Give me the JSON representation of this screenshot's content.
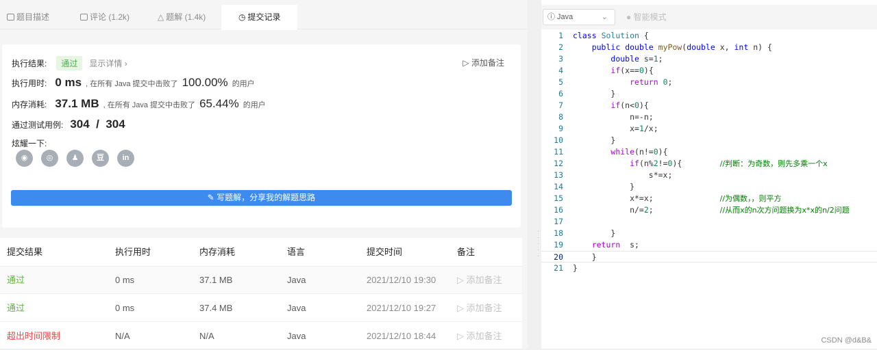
{
  "tabs": [
    {
      "label": "题目描述",
      "icon": "description-icon"
    },
    {
      "label": "评论 (1.2k)",
      "icon": "comment-icon"
    },
    {
      "label": "题解 (1.4k)",
      "icon": "flask-icon"
    },
    {
      "label": "提交记录",
      "icon": "clock-icon"
    }
  ],
  "result": {
    "label": "执行结果:",
    "status": "通过",
    "detail": "显示详情 ›",
    "add_note": "▷ 添加备注",
    "runtime_label": "执行用时:",
    "runtime_value": "0 ms",
    "runtime_text": ", 在所有 Java 提交中击败了",
    "runtime_pct": "100.00%",
    "users": "的用户",
    "memory_label": "内存消耗:",
    "memory_value": "37.1 MB",
    "memory_text": ", 在所有 Java 提交中击败了",
    "memory_pct": "65.44%",
    "cases_label": "通过测试用例:",
    "cases_value": "304  /  304",
    "share_label": "炫耀一下:",
    "share_icons": [
      "wechat-icon",
      "weibo-icon",
      "qq-icon",
      "douban-icon",
      "linkedin-icon"
    ],
    "write_button": "✎ 写题解，分享我的解题思路"
  },
  "table": {
    "headers": [
      "提交结果",
      "执行用时",
      "内存消耗",
      "语言",
      "提交时间",
      "备注"
    ],
    "rows": [
      {
        "status": "通过",
        "status_type": "ok",
        "runtime": "0 ms",
        "memory": "37.1 MB",
        "lang": "Java",
        "time": "2021/12/10 19:30",
        "note": "▷ 添加备注"
      },
      {
        "status": "通过",
        "status_type": "ok",
        "runtime": "0 ms",
        "memory": "37.4 MB",
        "lang": "Java",
        "time": "2021/12/10 19:27",
        "note": "▷ 添加备注"
      },
      {
        "status": "超出时间限制",
        "status_type": "tle",
        "runtime": "N/A",
        "memory": "N/A",
        "lang": "Java",
        "time": "2021/12/10 18:44",
        "note": "▷ 添加备注"
      }
    ]
  },
  "editor": {
    "language": "ⓘ Java",
    "smart_mode": "● 智能模式"
  },
  "watermark": "CSDN @d&B&",
  "colors": {
    "accent": "#3e8bf0",
    "pass": "#5eb547",
    "error": "#ef4743"
  }
}
